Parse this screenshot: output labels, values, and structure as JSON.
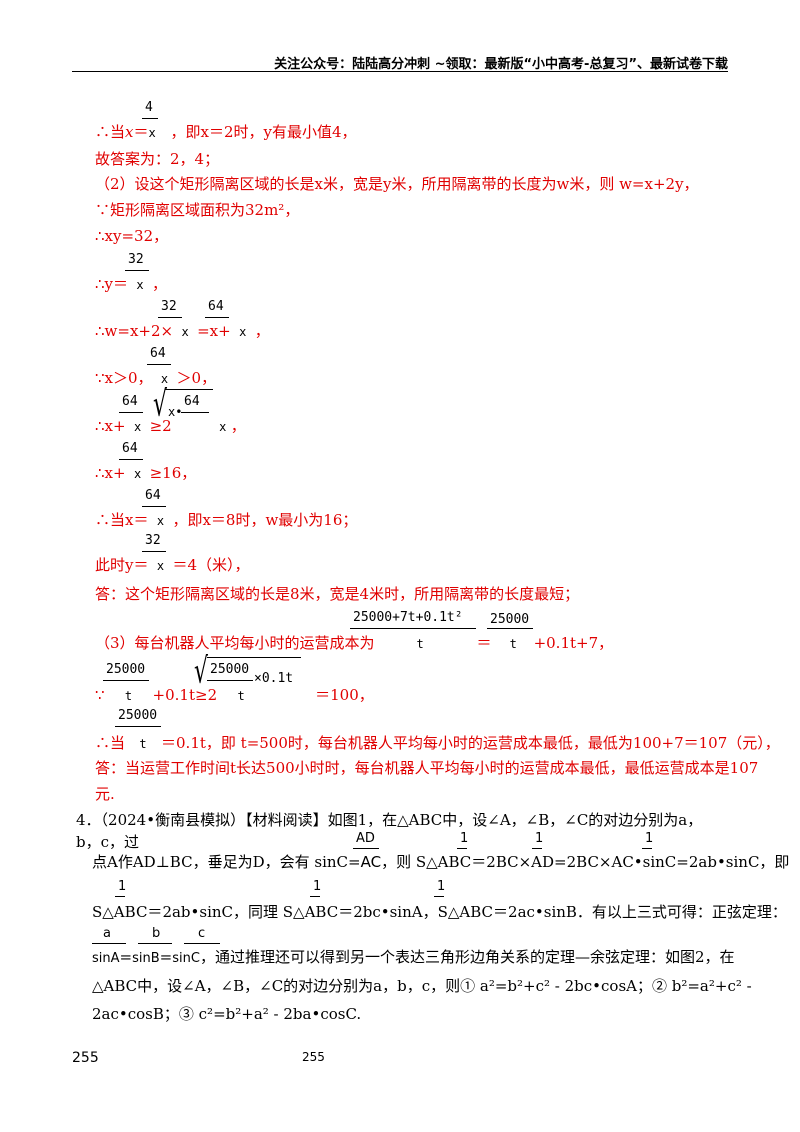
{
  "header": {
    "text": "关注公众号：陆陆高分冲刺 ~领取：最新版“小中高考-总复习”、最新试卷下载"
  },
  "lines": {
    "l1_pre": "∴当",
    "l1_x": "x",
    "l1_eq": "＝",
    "l1_frac_num": "4",
    "l1_frac_den": "x",
    "l1_post": "，即x＝2时，y有最小值4，",
    "l2": "故答案为：2，4；",
    "l3": "（2）设这个矩形隔离区域的长是x米，宽是y米，所用隔离带的长度为w米，则 w=x+2y，",
    "l4": "∵矩形隔离区域面积为32m²，",
    "l5": "∴xy=32，",
    "l6_pre": "∴y＝",
    "l6_num": "32",
    "l6_den": "x",
    "l6_post": "，",
    "l7_pre": "∴w=x+2×",
    "l7_num1": "32",
    "l7_den1": "x",
    "l7_mid": "=x+",
    "l7_num2": "64",
    "l7_den2": "x",
    "l7_post": "，",
    "l8_pre": "∵x＞0，",
    "l8_num": "64",
    "l8_den": "x",
    "l8_post": "＞0，",
    "l9_pre": "∴x+",
    "l9_num": "64",
    "l9_den": "x",
    "l9_mid": "≥2",
    "l9_rad_in": "x•",
    "l9_rad_num": "64",
    "l9_rad_den": "x",
    "l9_post": "，",
    "l10_pre": "∴x+",
    "l10_num": "64",
    "l10_den": "x",
    "l10_post": "≥16，",
    "l11_pre": "∴当x＝",
    "l11_num": "64",
    "l11_den": "x",
    "l11_post": "，即x＝8时，w最小为16；",
    "l12_pre": "此时y＝",
    "l12_num": "32",
    "l12_den": "x",
    "l12_post": "＝4（米），",
    "l13": "答：这个矩形隔离区域的长是8米，宽是4米时，所用隔离带的长度最短；",
    "l14_pre": "（3）每台机器人平均每小时的运营成本为",
    "l14_num1": "25000+7t+0.1t²",
    "l14_den1": "t",
    "l14_eq": "＝",
    "l14_num2": "25000",
    "l14_den2": "t",
    "l14_post": "+0.1t+7，",
    "l15_pre": "∵",
    "l15_num": "25000",
    "l15_den": "t",
    "l15_mid": "+0.1t≥2",
    "l15_rad_num": "25000",
    "l15_rad_den": "t",
    "l15_rad_tail": "×0.1t",
    "l15_post": "＝100，",
    "l16_pre": "∴当",
    "l16_num": "25000",
    "l16_den": "t",
    "l16_post": "＝0.1t，即 t=500时，每台机器人平均每小时的运营成本最低，最低为100+7＝107（元），",
    "l17": "答：当运营工作时间t长达500小时时，每台机器人平均每小时的运营成本最低，最低运营成本是107",
    "l18": "元."
  },
  "problem4": {
    "line1": "4．（2024•衡南县模拟）【材料阅读】如图1，在△ABC中，设∠A，∠B，∠C的对边分别为a，b，c，过",
    "line2_pre": "点A作AD⊥BC，垂足为D，会有 sinC=",
    "line2_fnum": "AD",
    "line2_fden": "AC",
    "line2_mid": "，则 S△ABC＝",
    "line2_half": "1",
    "line2_two": "2",
    "line2_a": "BC×AD=",
    "line2_b": "BC×AC•sinC=",
    "line2_c": "ab•sinC，即",
    "line3_a": "S△ABC＝",
    "line3_b": "ab•sinC，同理 S△ABC＝",
    "line3_c": "bc•sinA，S△ABC＝",
    "line3_d": "ac•sinB．有以上三式可得：正弦定理：",
    "line4_a_num": "a",
    "line4_a_den": "sinA",
    "line4_b_num": "b",
    "line4_b_den": "sinB",
    "line4_c_num": "c",
    "line4_c_den": "sinC",
    "line4_eq": "=",
    "line4_post": "，通过推理还可以得到另一个表达三角形边角关系的定理—余弦定理：如图2，在",
    "line5": "△ABC中，设∠A，∠B，∠C的对边分别为a，b，c，则① a²=b²+c² - 2bc•cosA；② b²=a²+c² -",
    "line6": "2ac•cosB；③ c²=b²+a² - 2ba•cosC."
  },
  "footer": {
    "page_left": "255",
    "page_center": "255"
  }
}
